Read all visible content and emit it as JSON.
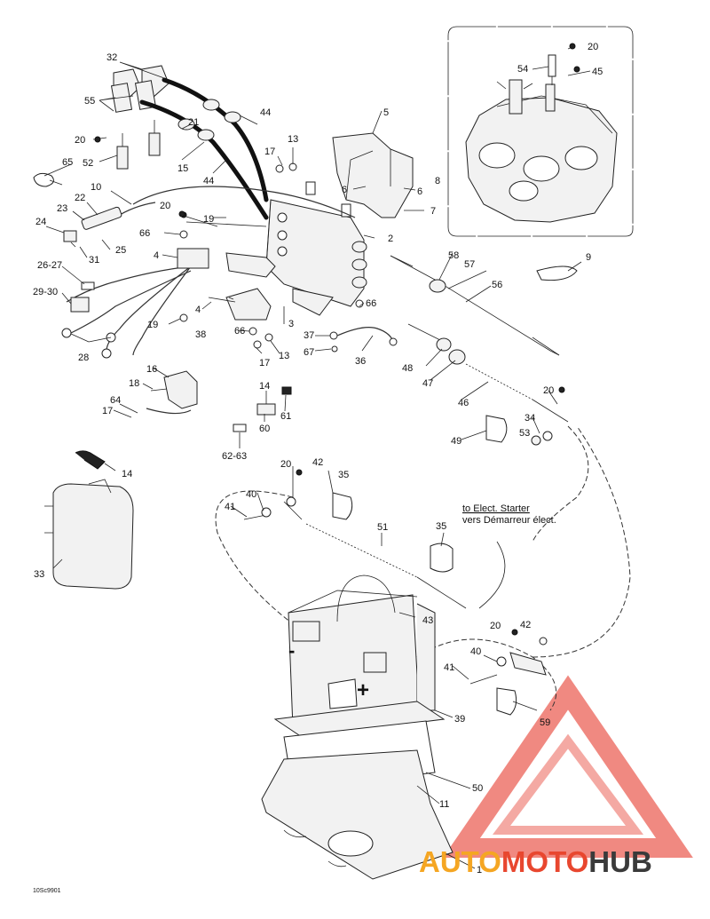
{
  "diagram": {
    "callouts": {
      "c32": "32",
      "c55": "55",
      "c20a": "20",
      "c21": "21",
      "c52": "52",
      "c15": "15",
      "c44a": "44",
      "c44b": "44",
      "c65": "65",
      "c10": "10",
      "c22": "22",
      "c23": "23",
      "c24": "24",
      "c25": "25",
      "c31": "31",
      "c26_27": "26-27",
      "c29_30": "29-30",
      "c28": "28",
      "c4a": "4",
      "c4b": "4",
      "c20b": "20",
      "c19a": "19",
      "c66a": "66",
      "c19b": "19",
      "c38": "38",
      "c66b": "66",
      "c17a": "17",
      "c13a": "13",
      "c13b": "13",
      "c17b": "17",
      "c3": "3",
      "c2": "2",
      "c5": "5",
      "c6a": "6",
      "c6b": "6",
      "c8": "8",
      "c7": "7",
      "c66c": "66",
      "c37": "37",
      "c67": "67",
      "c36": "36",
      "c16": "16",
      "c18": "18",
      "c64": "64",
      "c17c": "17",
      "c14a": "14",
      "c61": "61",
      "c60": "60",
      "c62_63": "62-63",
      "c14b": "14",
      "c33": "33",
      "c58": "58",
      "c57": "57",
      "c56": "56",
      "c9": "9",
      "c48": "48",
      "c47": "47",
      "c46": "46",
      "c20c": "20",
      "c34": "34",
      "c53": "53",
      "c49": "49",
      "c20d": "20",
      "c42a": "42",
      "c35a": "35",
      "c40a": "40",
      "c41a": "41",
      "c51": "51",
      "c35b": "35",
      "c43": "43",
      "c20e": "20",
      "c42b": "42",
      "c40b": "40",
      "c41b": "41",
      "c59": "59",
      "c39": "39",
      "c50": "50",
      "c11": "11",
      "c1": "1",
      "c54": "54",
      "c20f": "20",
      "c45": "45"
    },
    "note_line1": "to Elect. Starter",
    "note_line2": "vers Démarreur élect.",
    "battery_minus": "-",
    "battery_plus": "+",
    "drawing_code": "10Sc9901"
  },
  "watermark": {
    "part1": "AUTO",
    "part2": "MOTO",
    "part3": "HUB",
    "colors": {
      "auto": "#f5a623",
      "moto": "#e8472f",
      "hub": "#3a3a3a",
      "triangle": "#e8473a"
    }
  }
}
